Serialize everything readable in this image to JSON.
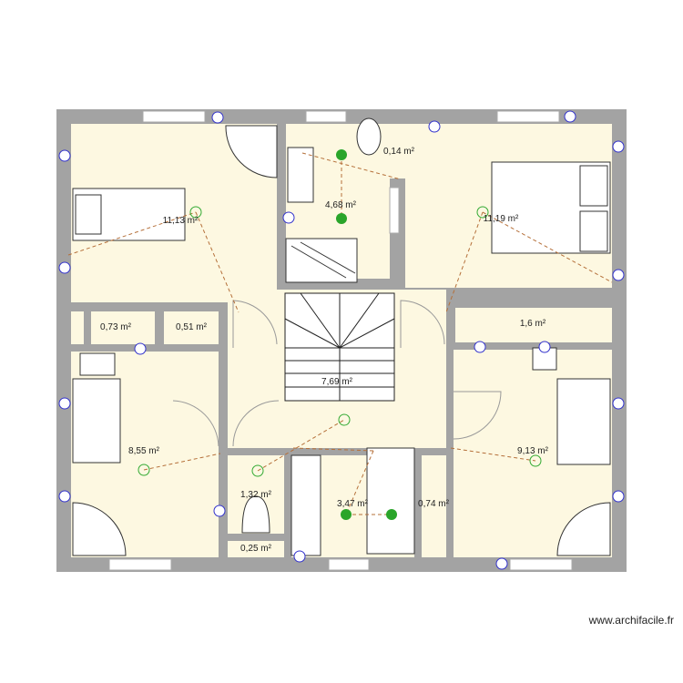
{
  "plan": {
    "colors": {
      "wall": "#a3a3a3",
      "floor": "#fdf8e1",
      "wiring": "#b5703a",
      "lights": "#2aa52a",
      "outlets": "#3333cc"
    },
    "rooms": [
      {
        "id": "bedroom-top-left",
        "area": "11,13 m²"
      },
      {
        "id": "bathroom-top",
        "area": "4,68 m²"
      },
      {
        "id": "wc-top",
        "area": "0,14 m²"
      },
      {
        "id": "bedroom-top-right",
        "area": "11,19 m²"
      },
      {
        "id": "closet-1",
        "area": "0,73 m²"
      },
      {
        "id": "closet-2",
        "area": "0,51 m²"
      },
      {
        "id": "closet-3",
        "area": "1,6 m²"
      },
      {
        "id": "hall-stairs",
        "area": "7,69 m²"
      },
      {
        "id": "bedroom-bottom-left",
        "area": "8,55 m²"
      },
      {
        "id": "bedroom-bottom-right",
        "area": "9,13 m²"
      },
      {
        "id": "wc-bottom",
        "area": "1,32 m²"
      },
      {
        "id": "storage-bottom",
        "area": "0,25 m²"
      },
      {
        "id": "bathroom-bottom",
        "area": "3,47 m²"
      },
      {
        "id": "closet-4",
        "area": "0,74 m²"
      }
    ]
  },
  "watermark": "www.archifacile.fr"
}
